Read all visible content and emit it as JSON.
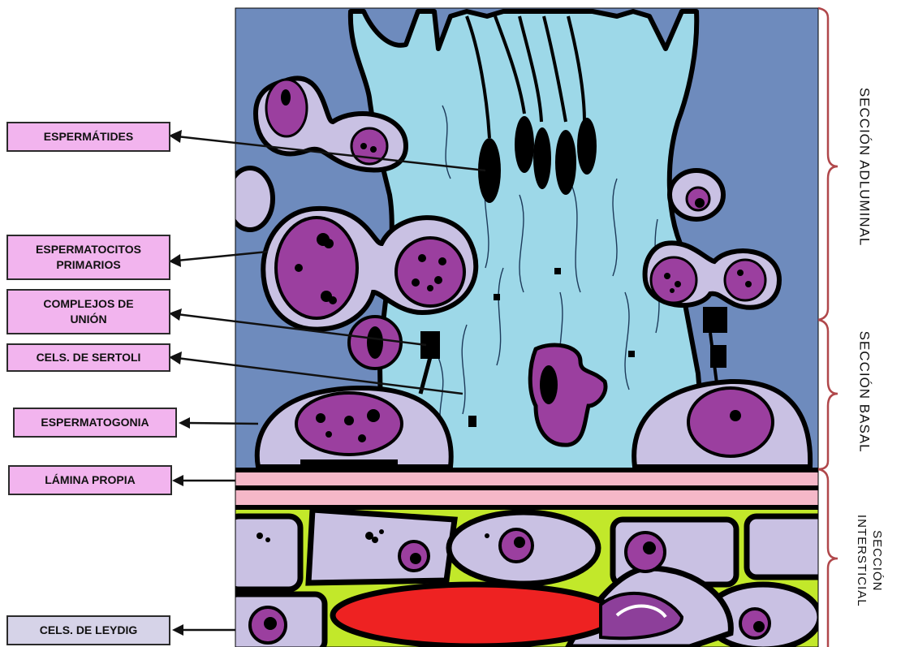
{
  "labels": {
    "espermatides": "ESPERMÁTIDES",
    "espermatocitos_1": "ESPERMATOCITOS",
    "espermatocitos_2": "PRIMARIOS",
    "complejos_1": "COMPLEJOS DE",
    "complejos_2": "UNIÓN",
    "sertoli": "CELS. DE SERTOLI",
    "espermatogonia": "ESPERMATOGONIA",
    "lamina": "LÁMINA PROPIA",
    "leydig": "CELS. DE LEYDIG"
  },
  "sections": {
    "adluminal": "SECCIÓN ADLUMINAL",
    "basal": "SECCIÓN BASAL",
    "intersticial_1": "SECCIÓN",
    "intersticial_2": "INTERSTICIAL"
  },
  "colors": {
    "tubule_bg": "#6e8bbd",
    "sertoli": "#9dd8e8",
    "cell": "#c9c1e3",
    "nucleus": "#9b3f9f",
    "lamina": "#f5b8c8",
    "interstitium": "#c2e82a",
    "vessel": "#ee2222",
    "label_pink": "#f2b4ee",
    "label_grey": "#d6d3e8",
    "bracket": "#b0474a"
  }
}
